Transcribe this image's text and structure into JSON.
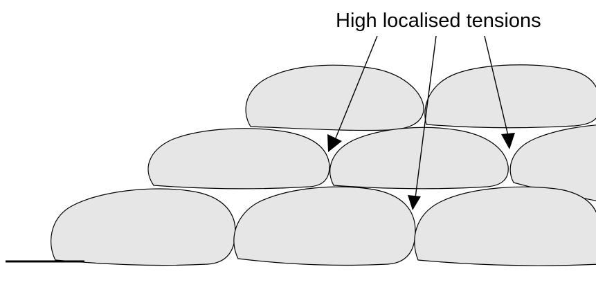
{
  "annotation": {
    "text": "High localised tensions"
  },
  "colors": {
    "cell_fill": "#e6e6e6",
    "cell_stroke": "#000000",
    "arrow": "#000000",
    "ground_line": "#000000",
    "background": "#ffffff"
  },
  "cells": {
    "bottom_row_count": 3,
    "middle_row_count": 3,
    "top_row_count": 2
  }
}
